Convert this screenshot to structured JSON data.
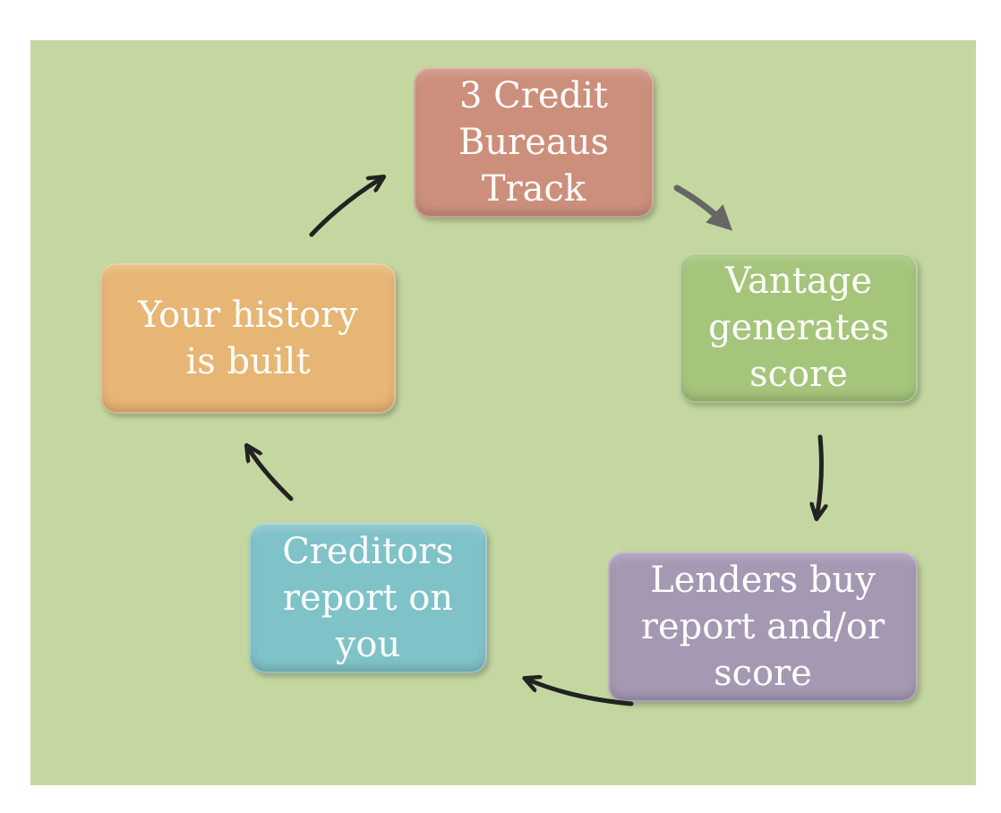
{
  "diagram": {
    "nodes": [
      {
        "id": "bureaus",
        "label": "3 Credit\nBureaus\nTrack",
        "color": "#cc8f7b"
      },
      {
        "id": "vantage",
        "label": "Vantage\ngenerates\nscore",
        "color": "#a5c57b"
      },
      {
        "id": "lenders",
        "label": "Lenders buy\nreport and/or\nscore",
        "color": "#a598b3"
      },
      {
        "id": "creditors",
        "label": "Creditors\nreport on\nyou",
        "color": "#7fc2c8"
      },
      {
        "id": "history",
        "label": "Your history\nis built",
        "color": "#e7b574"
      }
    ],
    "edges": [
      {
        "from": "bureaus",
        "to": "vantage"
      },
      {
        "from": "vantage",
        "to": "lenders"
      },
      {
        "from": "lenders",
        "to": "creditors"
      },
      {
        "from": "creditors",
        "to": "history"
      },
      {
        "from": "history",
        "to": "bureaus"
      }
    ],
    "background_color": "#c4d7a0",
    "arrow_color": "#222222"
  }
}
